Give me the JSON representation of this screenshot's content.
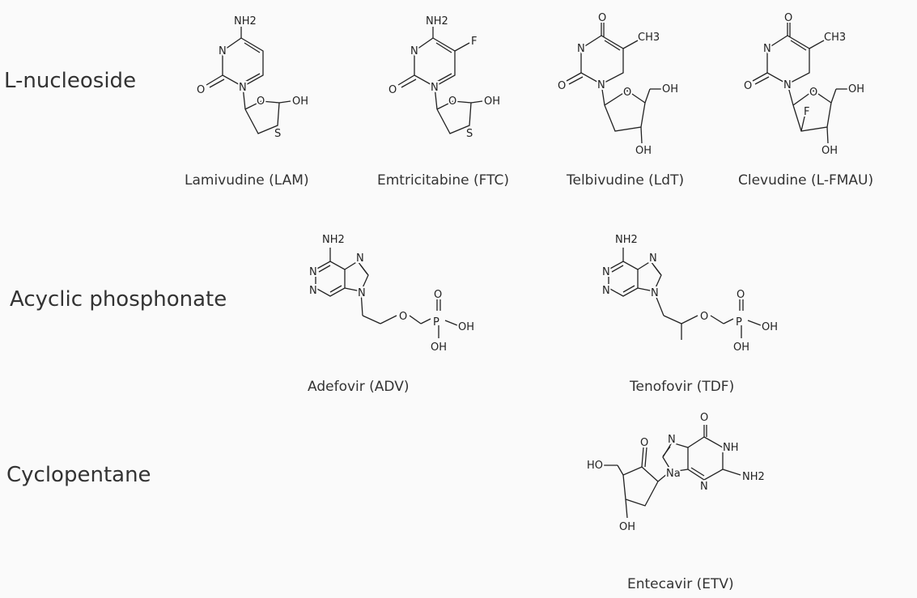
{
  "categories": {
    "l_nucleoside": "L-nucleoside",
    "acyclic_phosphonate": "Acyclic phosphonate",
    "cyclopentane": "Cyclopentane"
  },
  "drugs": {
    "lamivudine": "Lamivudine (LAM)",
    "emtricitabine": "Emtricitabine (FTC)",
    "telbivudine": "Telbivudine (LdT)",
    "clevudine": "Clevudine (L-FMAU)",
    "adefovir": "Adefovir (ADV)",
    "tenofovir": "Tenofovir (TDF)",
    "entecavir": "Entecavir (ETV)"
  },
  "atoms": {
    "nh2": "NH2",
    "nh": "NH",
    "n": "N",
    "na": "Na",
    "o": "O",
    "oh": "OH",
    "s": "S",
    "f": "F",
    "ch3": "CH3",
    "p": "P",
    "ho": "HO"
  }
}
